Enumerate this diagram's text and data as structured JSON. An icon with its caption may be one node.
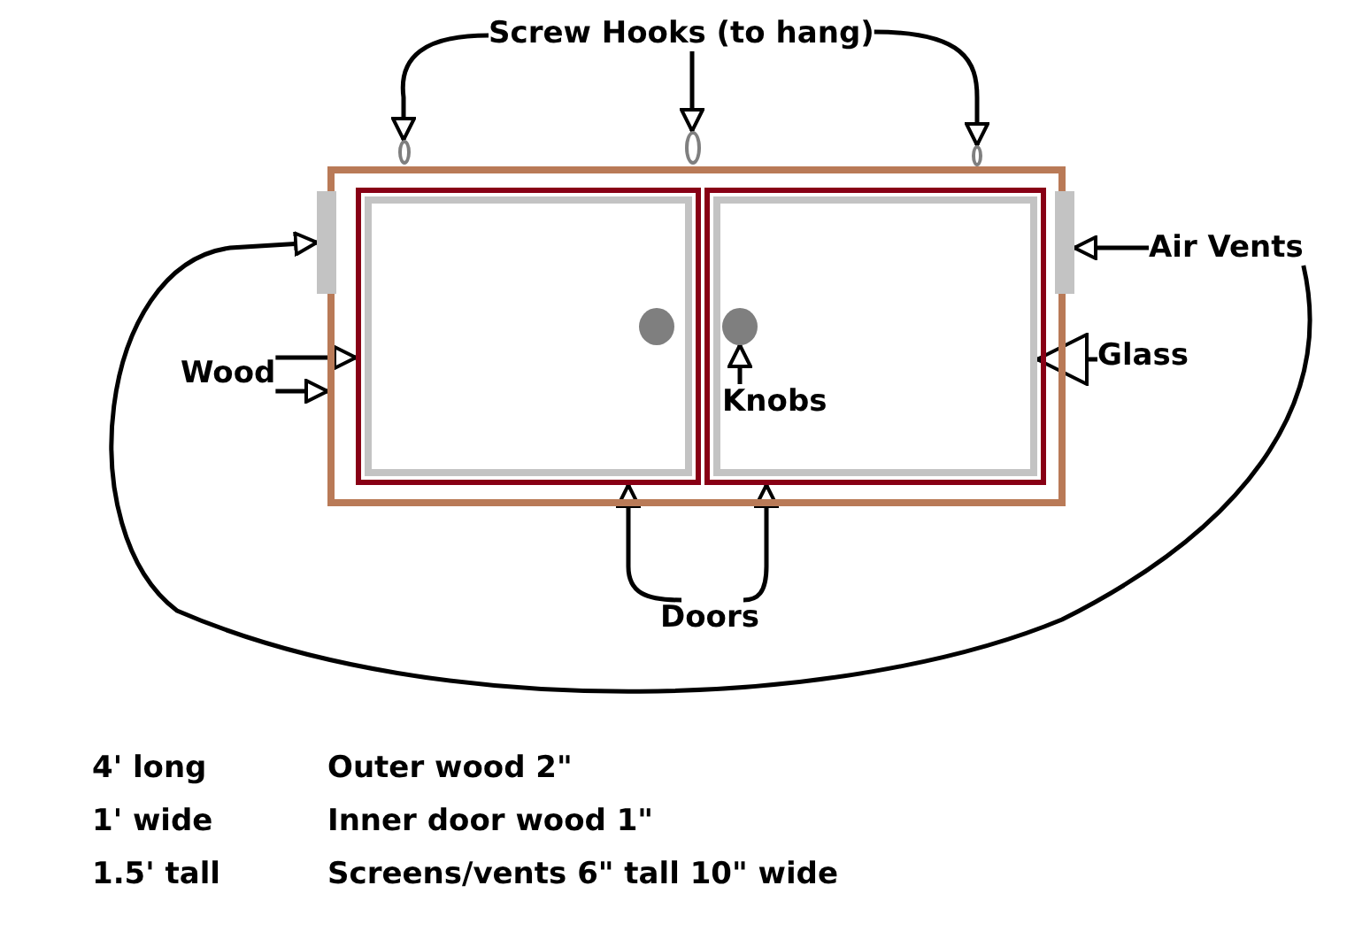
{
  "diagram": {
    "nodes": [
      {
        "text": [
          "Screw Hooks (to hang)"
        ]
      },
      {
        "text": [],
        "shape": "circle"
      },
      {
        "text": [],
        "shape": "circle"
      },
      {
        "text": [],
        "shape": "circle"
      },
      {
        "text": [],
        "shape": "box"
      },
      {
        "text": [],
        "shape": "bar"
      },
      {
        "text": [],
        "shape": "box",
        "in": 4
      },
      {
        "text": [],
        "shape": "box",
        "in": 6
      },
      {
        "text": [],
        "shape": "circle",
        "in": 7
      },
      {
        "text": [],
        "shape": "box",
        "in": 4
      },
      {
        "text": [],
        "shape": "box",
        "in": 9
      },
      {
        "text": [],
        "shape": "circle",
        "in": 10
      },
      {
        "text": [],
        "shape": "bar"
      },
      {
        "text": [
          "Air Vents"
        ]
      },
      {
        "text": [
          "Wood"
        ]
      },
      {
        "text": [
          "Glass"
        ]
      },
      {
        "text": [
          "Knobs"
        ],
        "in": 10
      },
      {
        "text": [
          "Doors"
        ]
      }
    ],
    "edges": [
      {
        "from": 0,
        "to": 1,
        "arrow": "to"
      },
      {
        "from": 0,
        "to": 2,
        "arrow": "to"
      },
      {
        "from": 0,
        "to": 3,
        "arrow": "to"
      },
      {
        "from": 13,
        "to": 12,
        "arrow": "to"
      },
      {
        "from": 13,
        "to": 5,
        "arrow": "to"
      },
      {
        "from": 14,
        "to": 6,
        "arrow": "to"
      },
      {
        "from": 14,
        "to": 4,
        "arrow": "to"
      },
      {
        "from": 15,
        "to": 10,
        "arrow": "to"
      },
      {
        "from": 16,
        "to": 11,
        "arrow": "to"
      },
      {
        "from": 17,
        "to": 6,
        "arrow": "to"
      },
      {
        "from": 17,
        "to": 9,
        "arrow": "to"
      }
    ],
    "labels": [
      "4' long",
      "Outer wood 2\"",
      "1' wide",
      "Inner door wood 1\"",
      "1.5' tall",
      "Screens/vents 6\" tall 10\" wide"
    ]
  }
}
